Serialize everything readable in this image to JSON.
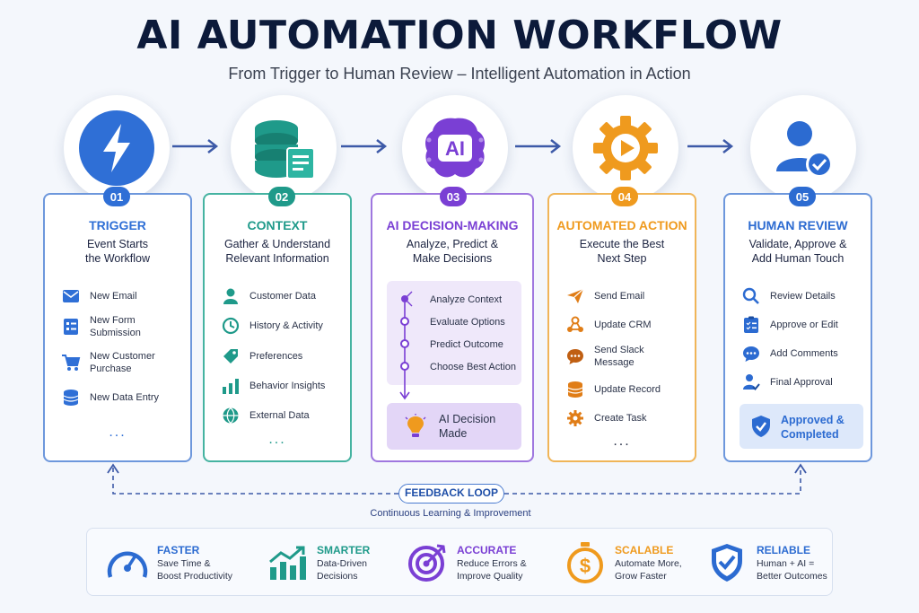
{
  "header": {
    "title": "AI AUTOMATION WORKFLOW",
    "subtitle": "From Trigger to Human Review – Intelligent Automation in Action"
  },
  "colors": {
    "trigger": "#2f6fd6",
    "context": "#1f9a8a",
    "decision": "#7a3fd4",
    "action": "#ef9a1e",
    "review": "#2c6bd1"
  },
  "steps": [
    {
      "number": "01",
      "title": "TRIGGER",
      "subtitle": "Event Starts\nthe Workflow",
      "icon": "lightning-icon",
      "items": [
        {
          "icon": "mail-icon",
          "label": "New Email"
        },
        {
          "icon": "form-icon",
          "label": "New Form\nSubmission"
        },
        {
          "icon": "cart-icon",
          "label": "New Customer\nPurchase"
        },
        {
          "icon": "database-icon",
          "label": "New Data Entry"
        }
      ],
      "more": "..."
    },
    {
      "number": "02",
      "title": "CONTEXT",
      "subtitle": "Gather & Understand\nRelevant Information",
      "icon": "database-doc-icon",
      "items": [
        {
          "icon": "user-icon",
          "label": "Customer Data"
        },
        {
          "icon": "clock-icon",
          "label": "History & Activity"
        },
        {
          "icon": "tag-icon",
          "label": "Preferences"
        },
        {
          "icon": "bar-chart-icon",
          "label": "Behavior Insights"
        },
        {
          "icon": "globe-icon",
          "label": "External Data"
        }
      ],
      "more": "..."
    },
    {
      "number": "03",
      "title": "AI DECISION-MAKING",
      "subtitle": "Analyze, Predict &\nMake Decisions",
      "icon": "ai-brain-icon",
      "items": [
        {
          "icon": "node-icon",
          "label": "Analyze Context"
        },
        {
          "icon": "node-icon",
          "label": "Evaluate Options"
        },
        {
          "icon": "node-icon",
          "label": "Predict Outcome"
        },
        {
          "icon": "node-icon",
          "label": "Choose Best Action"
        }
      ],
      "result": "AI Decision\nMade",
      "result_icon": "lightbulb-icon"
    },
    {
      "number": "04",
      "title": "AUTOMATED ACTION",
      "subtitle": "Execute the Best\nNext Step",
      "icon": "gear-play-icon",
      "items": [
        {
          "icon": "send-icon",
          "label": "Send Email"
        },
        {
          "icon": "webhook-icon",
          "label": "Update CRM"
        },
        {
          "icon": "chat-icon",
          "label": "Send Slack\nMessage"
        },
        {
          "icon": "database-icon",
          "label": "Update Record"
        },
        {
          "icon": "gear-icon",
          "label": "Create Task"
        }
      ],
      "more": "..."
    },
    {
      "number": "05",
      "title": "HUMAN REVIEW",
      "subtitle": "Validate, Approve &\nAdd Human Touch",
      "icon": "user-check-icon",
      "items": [
        {
          "icon": "search-icon",
          "label": "Review Details"
        },
        {
          "icon": "checklist-icon",
          "label": "Approve or Edit"
        },
        {
          "icon": "comment-icon",
          "label": "Add Comments"
        },
        {
          "icon": "user-approve-icon",
          "label": "Final Approval"
        }
      ],
      "result": "Approved &\nCompleted",
      "result_icon": "shield-check-icon"
    }
  ],
  "feedback": {
    "label": "FEEDBACK LOOP",
    "subtitle": "Continuous Learning & Improvement"
  },
  "benefits": [
    {
      "icon": "speedometer-icon",
      "title": "FASTER",
      "desc": "Save Time &\nBoost Productivity",
      "color": "#2c6bd1"
    },
    {
      "icon": "growth-chart-icon",
      "title": "SMARTER",
      "desc": "Data-Driven\nDecisions",
      "color": "#1f9a8a"
    },
    {
      "icon": "target-icon",
      "title": "ACCURATE",
      "desc": "Reduce Errors &\nImprove Quality",
      "color": "#7a3fd4"
    },
    {
      "icon": "dollar-clock-icon",
      "title": "SCALABLE",
      "desc": "Automate More,\nGrow Faster",
      "color": "#ef9a1e"
    },
    {
      "icon": "shield-check-icon",
      "title": "RELIABLE",
      "desc": "Human + AI =\nBetter Outcomes",
      "color": "#2c6bd1"
    }
  ]
}
